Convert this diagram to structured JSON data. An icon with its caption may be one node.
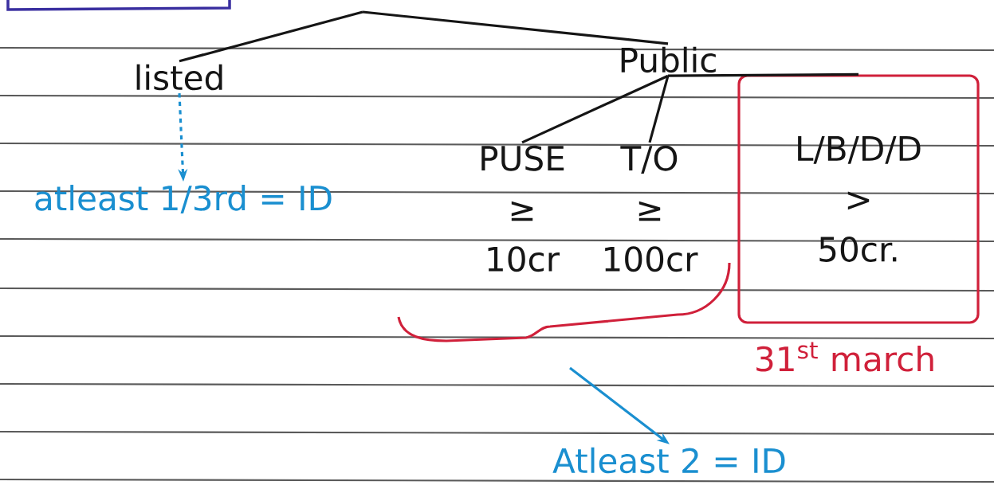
{
  "diagram": {
    "nodes": [
      {
        "text": [
          "listed"
        ]
      },
      {
        "text": [
          "atleast 1/3rd = ID"
        ]
      },
      {
        "text": [
          "Public"
        ]
      },
      {
        "text": [
          "PUSE",
          "≥",
          "10cr"
        ]
      },
      {
        "text": [
          "T/O",
          "≥",
          "100cr"
        ]
      },
      {
        "text": [
          "L/B/D/D",
          ">",
          "50cr."
        ],
        "beside": [
          "31$^{st}$ march"
        ]
      },
      {
        "text": [
          "Atleast 2 = ID"
        ]
      }
    ],
    "edges": [
      {
        "from": null,
        "to": 0,
        "arrow": "none"
      },
      {
        "from": null,
        "to": 2,
        "arrow": "none"
      },
      {
        "from": 0,
        "to": 1,
        "arrow": "to",
        "style": "dashed",
        "color": "#1a8fd0"
      },
      {
        "from": 2,
        "to": 3,
        "arrow": "none"
      },
      {
        "from": 2,
        "to": 4,
        "arrow": "none"
      },
      {
        "from": 2,
        "to": 5,
        "arrow": "none"
      },
      {
        "from": null,
        "to": 6,
        "arrow": "to",
        "color": "#1a8fd0"
      }
    ]
  }
}
